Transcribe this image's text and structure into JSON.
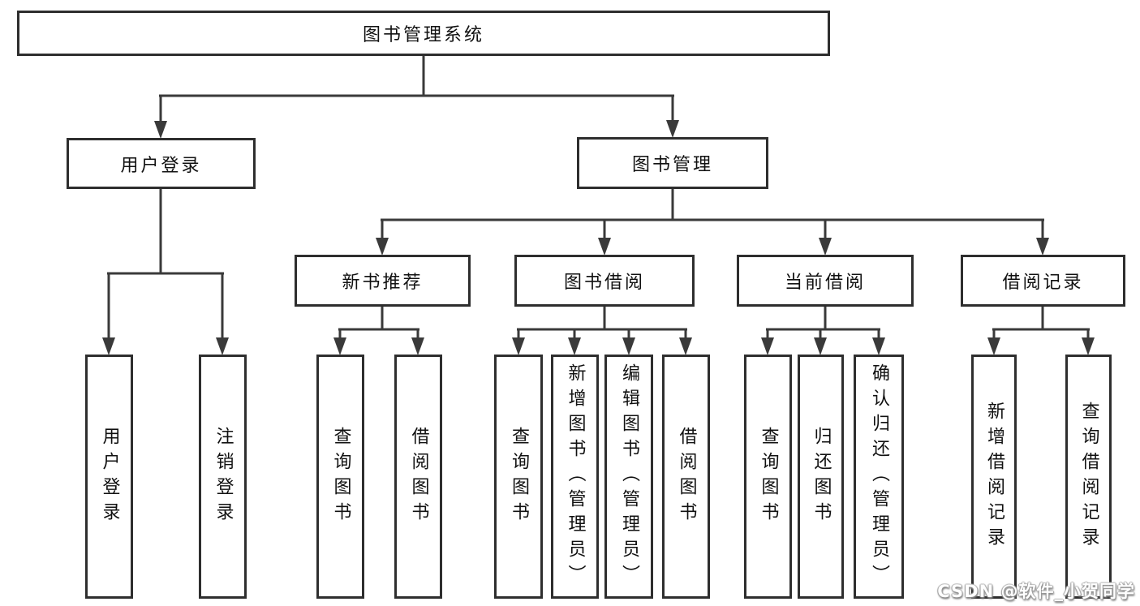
{
  "nodes": {
    "root": "图书管理系统",
    "login": "用户登录",
    "management": "图书管理",
    "level3": [
      "新书推荐",
      "图书借阅",
      "当前借阅",
      "借阅记录"
    ],
    "leaves": [
      "用户登录",
      "注销登录",
      "查询图书",
      "借阅图书",
      "查询图书",
      "新增图书（管理员）",
      "编辑图书（管理员）",
      "借阅图书",
      "查询图书",
      "归还图书",
      "确认归还（管理员）",
      "新增借阅记录",
      "查询借阅记录"
    ]
  },
  "watermark": "CSDN @软件_小贺同学",
  "colors": {
    "line": "#3a3a3a",
    "border": "#2e2e2e",
    "fill": "#ffffff",
    "text": "#111111",
    "watermark_text": "#ffffff"
  }
}
